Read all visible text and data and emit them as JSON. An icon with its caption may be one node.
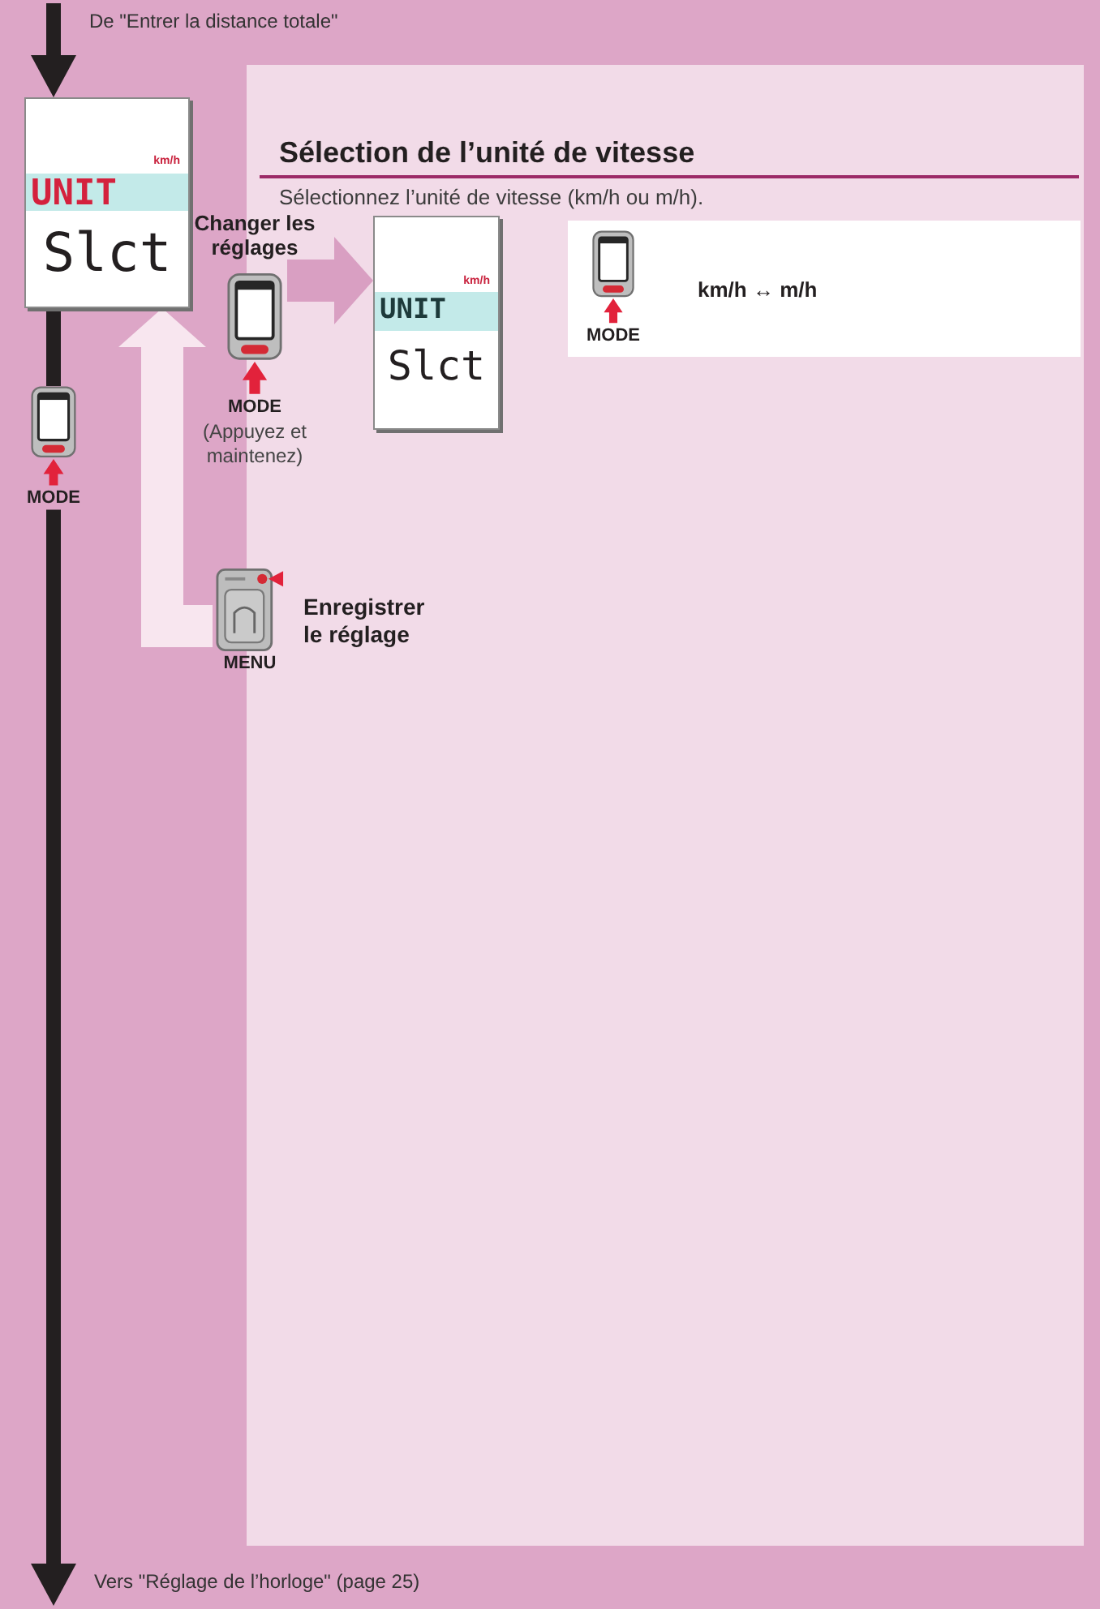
{
  "diagram": {
    "nodes": [
      {
        "text": [
          "km/h",
          "UNIT",
          "Slct"
        ]
      },
      {
        "text": [
          "Sélection de l’unité de vitesse",
          "Sélectionnez l’unité de vitesse (km/h ou m/h)."
        ]
      },
      {
        "text": [
          "MODE"
        ],
        "beside": [
          "Changer les réglages",
          "(Appuyez et maintenez)"
        ]
      },
      {
        "text": [
          "km/h",
          "UNIT",
          "Slct"
        ],
        "in": 1
      },
      {
        "text": [
          "km/h ↔ m/h"
        ],
        "in": 1
      },
      {
        "text": [
          "MODE"
        ],
        "in": 4
      },
      {
        "text": [
          "MODE"
        ]
      },
      {
        "text": [
          "MENU"
        ],
        "beside": [
          "Enregistrer le réglage"
        ]
      }
    ],
    "edges": [
      {
        "from": null,
        "to": 0,
        "arrow": "to"
      },
      {
        "from": 0,
        "to": 6,
        "arrow": "none"
      },
      {
        "from": 6,
        "to": null,
        "arrow": "to"
      },
      {
        "from": 2,
        "to": 3,
        "arrow": "to",
        "style": "thick",
        "color": "#d99fc2"
      },
      {
        "from": 7,
        "to": 0,
        "arrow": "to",
        "style": "thick",
        "color": "#f8e6ef"
      }
    ],
    "labels": [
      "De \"Entrer la distance totale\"",
      "Vers \"Réglage de l’horloge\" (page 25)"
    ]
  }
}
